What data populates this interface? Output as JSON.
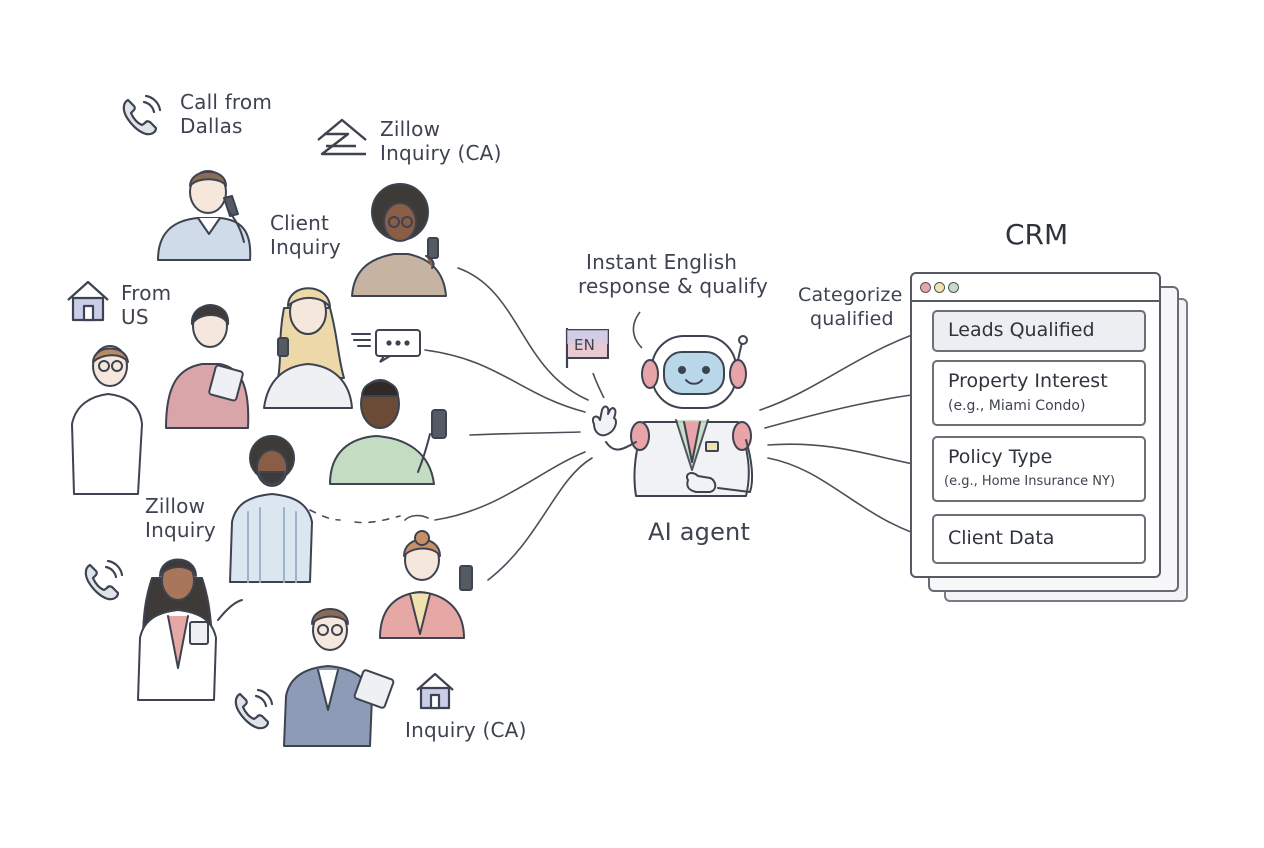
{
  "labels": {
    "call_dallas": [
      "Call from",
      "Dallas"
    ],
    "zillow_ca": [
      "Zillow",
      "Inquiry (CA)"
    ],
    "client_inquiry": [
      "Client",
      "Inquiry"
    ],
    "from_us": [
      "From",
      "US"
    ],
    "zillow_inquiry": [
      "Zillow",
      "Inquiry"
    ],
    "inquiry_ca": "Inquiry (CA)",
    "instant_response": [
      "Instant English",
      "response & qualify"
    ],
    "categorize": [
      "Categorize",
      "qualified"
    ],
    "flag_code": "EN",
    "ai_agent": "AI agent"
  },
  "crm": {
    "title": "CRM",
    "rows": [
      {
        "title": "Leads Qualified",
        "sub": ""
      },
      {
        "title": "Property Interest",
        "sub": "(e.g., Miami Condo)"
      },
      {
        "title": "Policy Type",
        "sub": "(e.g., Home Insurance NY)"
      },
      {
        "title": "Client Data",
        "sub": ""
      }
    ]
  },
  "icons": [
    "phone-icon",
    "zillow-logo-icon",
    "house-icon",
    "chat-bubble-icon",
    "flag-icon",
    "robot-icon"
  ],
  "colors": {
    "line": "#4a4f58",
    "robot_accent": "#e8a4a8",
    "robot_screen": "#b8d7e8",
    "crm_highlight": "#eceef2"
  }
}
